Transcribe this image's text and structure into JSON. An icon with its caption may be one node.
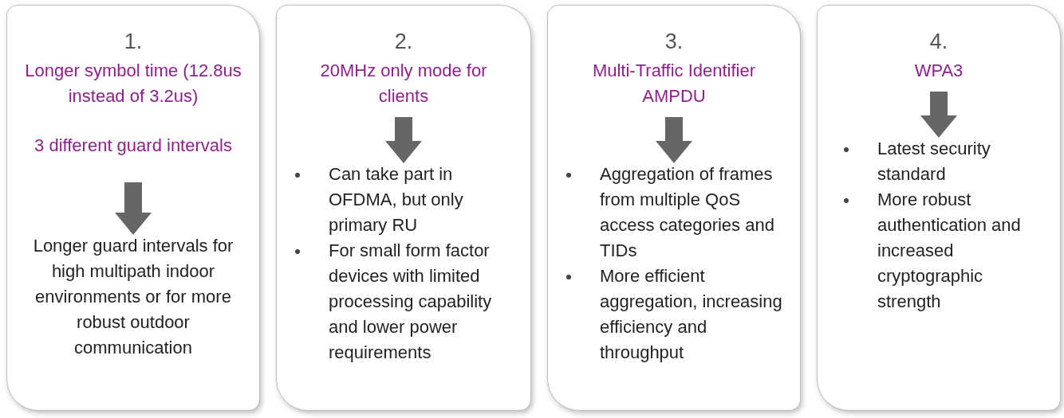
{
  "diagram": {
    "nodes": [
      {
        "text": [
          "1."
        ]
      },
      {
        "text": [
          "Longer symbol time (12.8us instead of 3.2us)",
          "3 different guard intervals"
        ],
        "in": 0
      },
      {
        "text": [
          "Longer guard intervals for high multipath indoor environments or for more robust outdoor communication"
        ],
        "in": 0
      },
      {
        "text": [
          "2."
        ]
      },
      {
        "text": [
          "20MHz only mode for clients"
        ],
        "in": 3
      },
      {
        "text": [
          "Can take part in OFDMA, but only primary RU",
          "For small form factor devices with limited processing capability and lower power requirements"
        ],
        "in": 3
      },
      {
        "text": [
          "3."
        ]
      },
      {
        "text": [
          "Multi-Traffic Identifier AMPDU"
        ],
        "in": 6
      },
      {
        "text": [
          "Aggregation of frames from multiple QoS access categories and TIDs",
          "More efficient aggregation, increasing efficiency and throughput"
        ],
        "in": 6
      },
      {
        "text": [
          "4."
        ]
      },
      {
        "text": [
          "WPA3"
        ],
        "in": 9
      },
      {
        "text": [
          "Latest security standard",
          "More robust authentication and increased cryptographic strength"
        ],
        "in": 9
      }
    ],
    "edges": [
      {
        "from": 1,
        "to": 2,
        "arrow": "to"
      },
      {
        "from": 4,
        "to": 5,
        "arrow": "to"
      },
      {
        "from": 7,
        "to": 8,
        "arrow": "to"
      },
      {
        "from": 10,
        "to": 11,
        "arrow": "to"
      }
    ]
  }
}
